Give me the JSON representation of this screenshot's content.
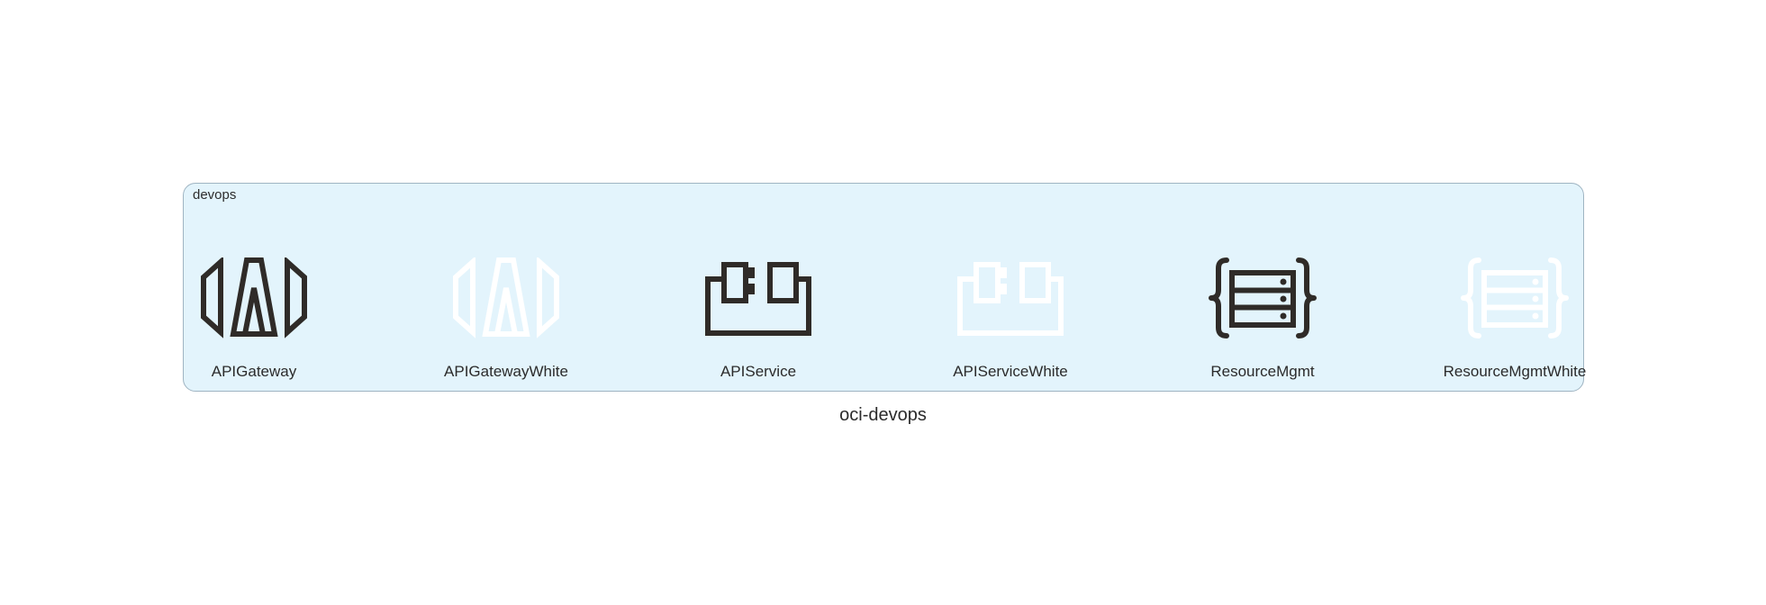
{
  "graph": {
    "label": "oci-devops"
  },
  "cluster": {
    "label": "devops",
    "background": "#e3f4fc",
    "border": "#9fb4c2"
  },
  "nodes": [
    {
      "label": "APIGateway",
      "icon": "api-gateway-icon",
      "color": "#2f2b28"
    },
    {
      "label": "APIGatewayWhite",
      "icon": "api-gateway-white-icon",
      "color": "#ffffff"
    },
    {
      "label": "APIService",
      "icon": "api-service-icon",
      "color": "#2f2b28"
    },
    {
      "label": "APIServiceWhite",
      "icon": "api-service-white-icon",
      "color": "#ffffff"
    },
    {
      "label": "ResourceMgmt",
      "icon": "resource-mgmt-icon",
      "color": "#2f2b28"
    },
    {
      "label": "ResourceMgmtWhite",
      "icon": "resource-mgmt-white-icon",
      "color": "#ffffff"
    }
  ]
}
